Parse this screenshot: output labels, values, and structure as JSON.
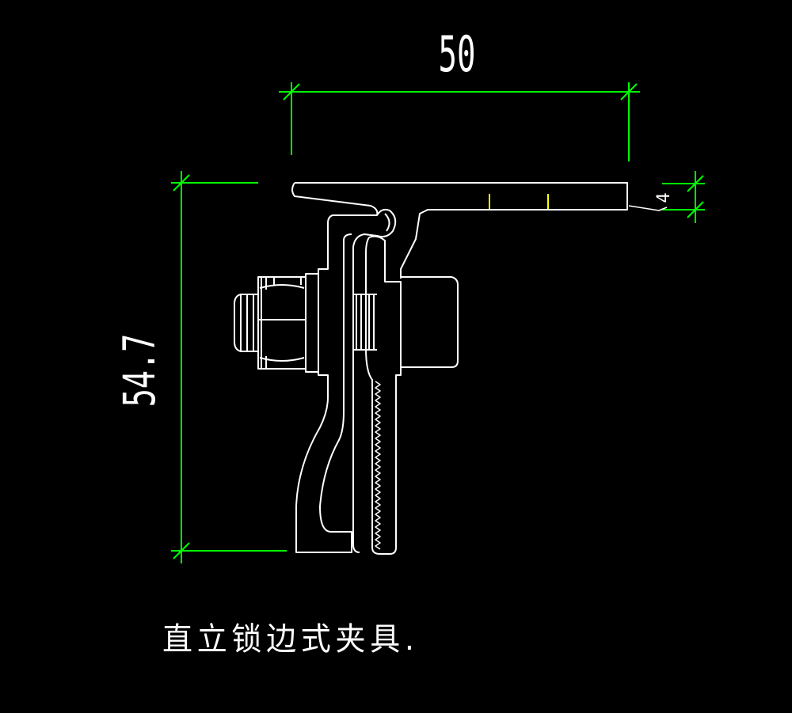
{
  "colors": {
    "background": "#000000",
    "dimension": "#00ff00",
    "outline": "#ffffff",
    "marker": "#ffff00"
  },
  "dimensions": {
    "width": "50",
    "height": "54.7",
    "thickness": "4"
  },
  "caption": "直立锁边式夹具."
}
